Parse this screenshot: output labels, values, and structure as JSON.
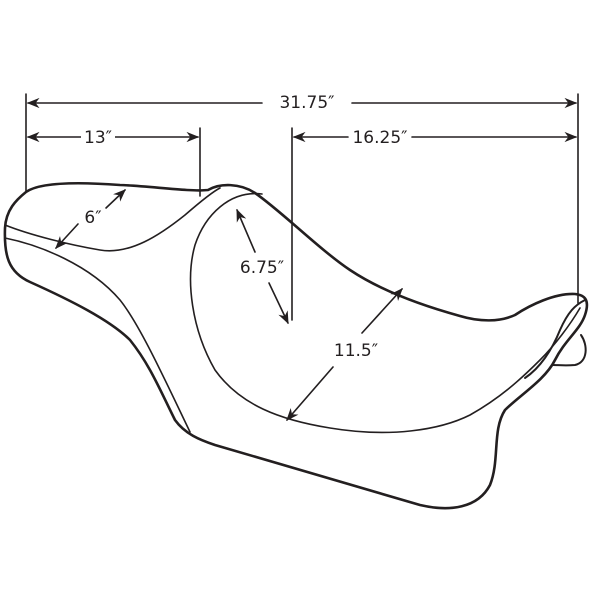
{
  "diagram": {
    "subject": "Motorcycle two-up seat dimension drawing",
    "line_color": "#231f20",
    "background": "#ffffff",
    "dimensions": {
      "overall_length": "31.75″",
      "rider_length": "13″",
      "passenger_length": "16.25″",
      "rider_seat_width": "6″",
      "rider_depth": "6.75″",
      "passenger_width": "11.5″"
    }
  }
}
